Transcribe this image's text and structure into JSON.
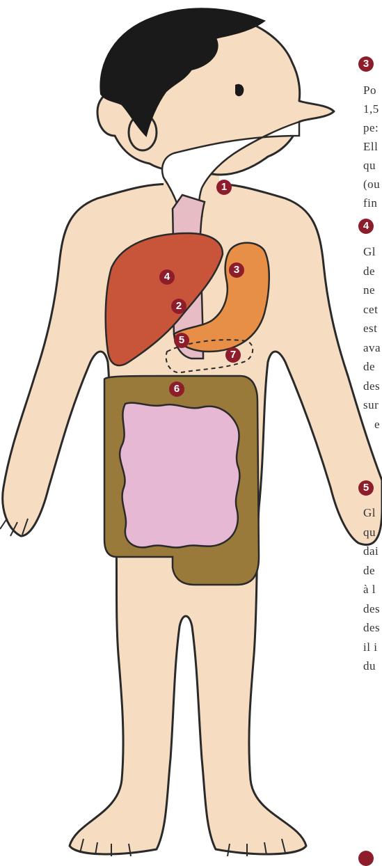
{
  "labels": [
    "1",
    "2",
    "3",
    "4",
    "5",
    "6",
    "7"
  ],
  "sections": [
    {
      "number": "3",
      "lines": [
        "Po",
        "1,5",
        "pe:",
        "Ell",
        "qu",
        "(ou",
        "fin"
      ]
    },
    {
      "number": "4",
      "lines": [
        "Gl",
        "de",
        "ne",
        "cet",
        "est",
        "ava",
        "de",
        "des",
        "sur",
        "e"
      ]
    },
    {
      "number": "5",
      "lines": [
        "Gl",
        "qu",
        "dai",
        "de",
        "à l",
        "des",
        "des",
        "il i",
        "du"
      ]
    }
  ],
  "colors": {
    "marker": "#8e1d2c",
    "skin": "#f6dcc0",
    "outline": "#2a2a2a",
    "hair": "#1a1a1a",
    "liver": "#c8553a",
    "stomach": "#e78f46",
    "colon": "#9a7a3a",
    "small_intestine": "#e7b8d4",
    "esophagus": "#e8bcc4"
  }
}
